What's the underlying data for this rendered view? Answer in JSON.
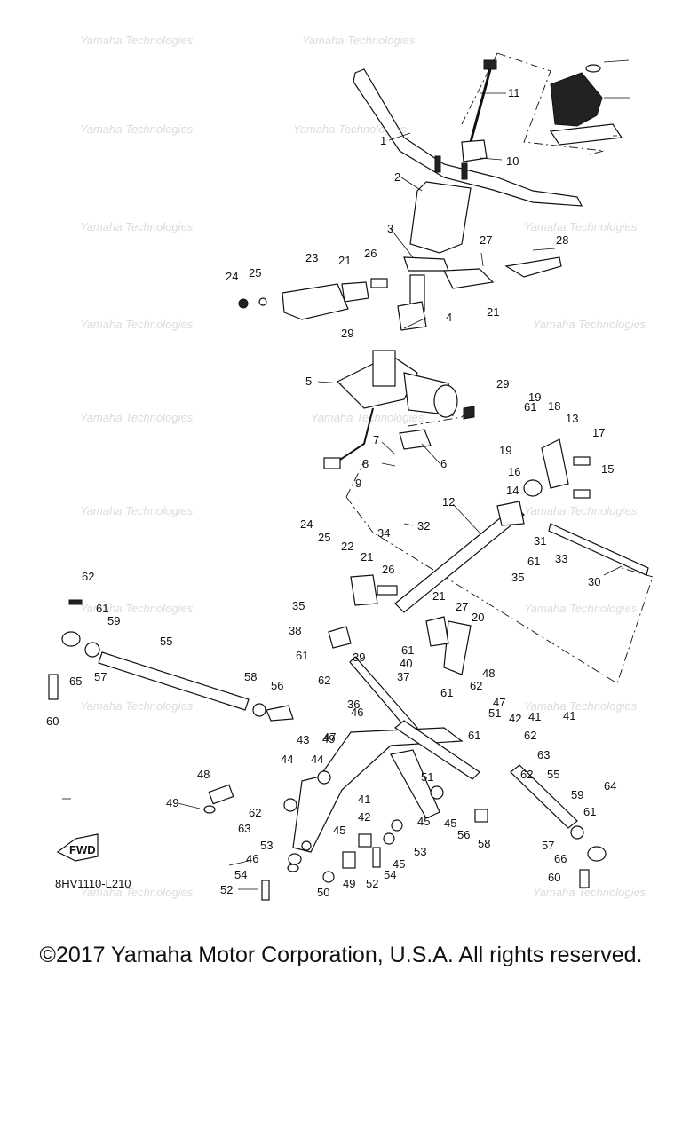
{
  "diagram": {
    "code": "8HV1110-L210",
    "fwd_label": "FWD",
    "watermark": "Yamaha Technologies",
    "callouts": [
      {
        "id": "c1",
        "text": "1"
      },
      {
        "id": "c2",
        "text": "2"
      },
      {
        "id": "c3",
        "text": "3"
      },
      {
        "id": "c4",
        "text": "4"
      },
      {
        "id": "c5",
        "text": "5"
      },
      {
        "id": "c6",
        "text": "6"
      },
      {
        "id": "c7",
        "text": "7"
      },
      {
        "id": "c8",
        "text": "8"
      },
      {
        "id": "c9",
        "text": "9"
      },
      {
        "id": "c10",
        "text": "10"
      },
      {
        "id": "c11",
        "text": "11"
      },
      {
        "id": "c12",
        "text": "12"
      },
      {
        "id": "c13",
        "text": "13"
      },
      {
        "id": "c14",
        "text": "14"
      },
      {
        "id": "c15",
        "text": "15"
      },
      {
        "id": "c16",
        "text": "16"
      },
      {
        "id": "c17",
        "text": "17"
      },
      {
        "id": "c18",
        "text": "18"
      },
      {
        "id": "c19a",
        "text": "19"
      },
      {
        "id": "c19b",
        "text": "19"
      },
      {
        "id": "c20",
        "text": "20"
      },
      {
        "id": "c21a",
        "text": "21"
      },
      {
        "id": "c21b",
        "text": "21"
      },
      {
        "id": "c21c",
        "text": "21"
      },
      {
        "id": "c21d",
        "text": "21"
      },
      {
        "id": "c22",
        "text": "22"
      },
      {
        "id": "c23",
        "text": "23"
      },
      {
        "id": "c24a",
        "text": "24"
      },
      {
        "id": "c24b",
        "text": "24"
      },
      {
        "id": "c25a",
        "text": "25"
      },
      {
        "id": "c25b",
        "text": "25"
      },
      {
        "id": "c26a",
        "text": "26"
      },
      {
        "id": "c26b",
        "text": "26"
      },
      {
        "id": "c27a",
        "text": "27"
      },
      {
        "id": "c27b",
        "text": "27"
      },
      {
        "id": "c28",
        "text": "28"
      },
      {
        "id": "c29a",
        "text": "29"
      },
      {
        "id": "c29b",
        "text": "29"
      },
      {
        "id": "c30",
        "text": "30"
      },
      {
        "id": "c31",
        "text": "31"
      },
      {
        "id": "c32",
        "text": "32"
      },
      {
        "id": "c33",
        "text": "33"
      },
      {
        "id": "c34",
        "text": "34"
      },
      {
        "id": "c35a",
        "text": "35"
      },
      {
        "id": "c35b",
        "text": "35"
      },
      {
        "id": "c36",
        "text": "36"
      },
      {
        "id": "c37",
        "text": "37"
      },
      {
        "id": "c38",
        "text": "38"
      },
      {
        "id": "c39",
        "text": "39"
      },
      {
        "id": "c40",
        "text": "40"
      },
      {
        "id": "c41a",
        "text": "41"
      },
      {
        "id": "c41b",
        "text": "41"
      },
      {
        "id": "c41c",
        "text": "41"
      },
      {
        "id": "c42a",
        "text": "42"
      },
      {
        "id": "c42b",
        "text": "42"
      },
      {
        "id": "c43",
        "text": "43"
      },
      {
        "id": "c44a",
        "text": "44"
      },
      {
        "id": "c44b",
        "text": "44"
      },
      {
        "id": "c45a",
        "text": "45"
      },
      {
        "id": "c45b",
        "text": "45"
      },
      {
        "id": "c45c",
        "text": "45"
      },
      {
        "id": "c45d",
        "text": "45"
      },
      {
        "id": "c46a",
        "text": "46"
      },
      {
        "id": "c46b",
        "text": "46"
      },
      {
        "id": "c47a",
        "text": "47"
      },
      {
        "id": "c47b",
        "text": "47"
      },
      {
        "id": "c48a",
        "text": "48"
      },
      {
        "id": "c48b",
        "text": "48"
      },
      {
        "id": "c49a",
        "text": "49"
      },
      {
        "id": "c49b",
        "text": "49"
      },
      {
        "id": "c49c",
        "text": "49"
      },
      {
        "id": "c50",
        "text": "50"
      },
      {
        "id": "c51a",
        "text": "51"
      },
      {
        "id": "c51b",
        "text": "51"
      },
      {
        "id": "c52a",
        "text": "52"
      },
      {
        "id": "c52b",
        "text": "52"
      },
      {
        "id": "c53a",
        "text": "53"
      },
      {
        "id": "c53b",
        "text": "53"
      },
      {
        "id": "c54a",
        "text": "54"
      },
      {
        "id": "c54b",
        "text": "54"
      },
      {
        "id": "c55a",
        "text": "55"
      },
      {
        "id": "c55b",
        "text": "55"
      },
      {
        "id": "c56a",
        "text": "56"
      },
      {
        "id": "c56b",
        "text": "56"
      },
      {
        "id": "c57a",
        "text": "57"
      },
      {
        "id": "c57b",
        "text": "57"
      },
      {
        "id": "c58a",
        "text": "58"
      },
      {
        "id": "c58b",
        "text": "58"
      },
      {
        "id": "c59a",
        "text": "59"
      },
      {
        "id": "c59b",
        "text": "59"
      },
      {
        "id": "c60a",
        "text": "60"
      },
      {
        "id": "c60b",
        "text": "60"
      },
      {
        "id": "c61a",
        "text": "61"
      },
      {
        "id": "c61b",
        "text": "61"
      },
      {
        "id": "c61c",
        "text": "61"
      },
      {
        "id": "c61d",
        "text": "61"
      },
      {
        "id": "c61e",
        "text": "61"
      },
      {
        "id": "c61f",
        "text": "61"
      },
      {
        "id": "c61g",
        "text": "61"
      },
      {
        "id": "c61h",
        "text": "61"
      },
      {
        "id": "c62a",
        "text": "62"
      },
      {
        "id": "c62b",
        "text": "62"
      },
      {
        "id": "c62c",
        "text": "62"
      },
      {
        "id": "c62d",
        "text": "62"
      },
      {
        "id": "c62e",
        "text": "62"
      },
      {
        "id": "c62f",
        "text": "62"
      },
      {
        "id": "c63a",
        "text": "63"
      },
      {
        "id": "c63b",
        "text": "63"
      },
      {
        "id": "c64",
        "text": "64"
      },
      {
        "id": "c65",
        "text": "65"
      },
      {
        "id": "c66",
        "text": "66"
      }
    ]
  },
  "footer": {
    "copyright": "©2017 Yamaha Motor Corporation, U.S.A. All rights reserved."
  }
}
